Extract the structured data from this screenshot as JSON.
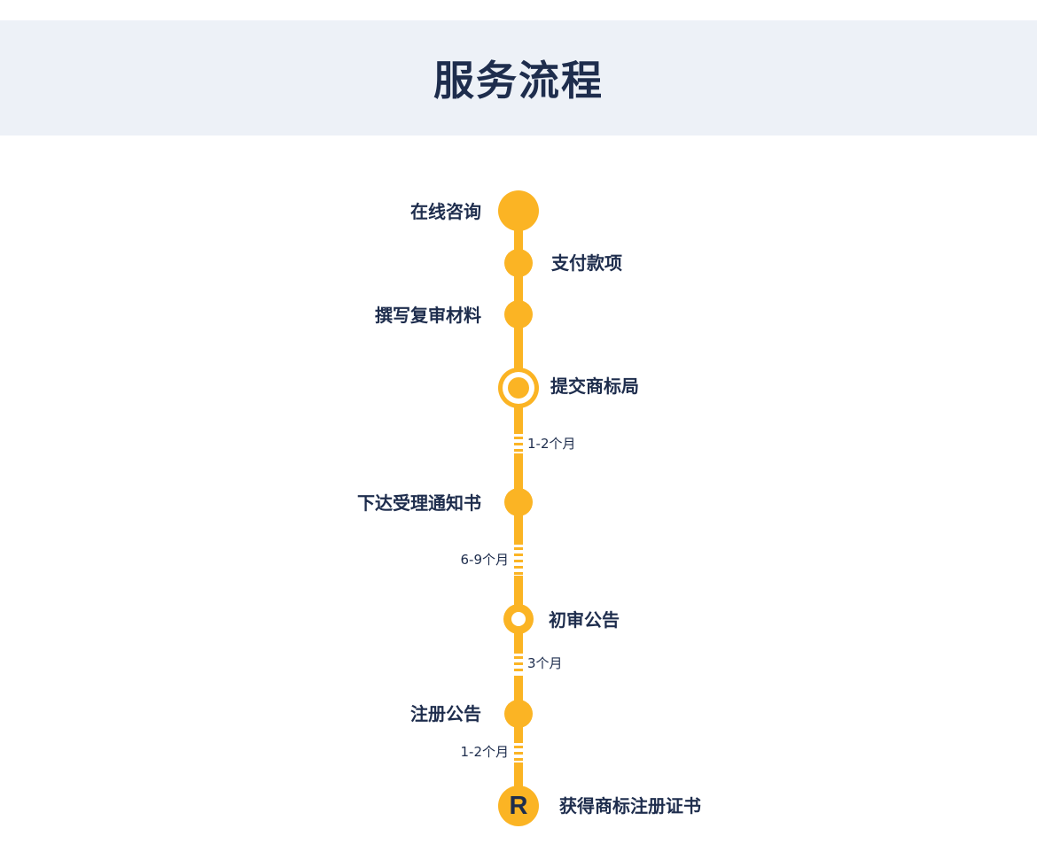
{
  "title": "服务流程",
  "steps": [
    {
      "label": "在线咨询"
    },
    {
      "label": "支付款项"
    },
    {
      "label": "撰写复审材料"
    },
    {
      "label": "提交商标局"
    },
    {
      "label": "下达受理通知书"
    },
    {
      "label": "初审公告"
    },
    {
      "label": "注册公告"
    },
    {
      "label": "获得商标注册证书"
    }
  ],
  "durations": [
    {
      "label": "1-2个月"
    },
    {
      "label": "6-9个月"
    },
    {
      "label": "3个月"
    },
    {
      "label": "1-2个月"
    }
  ],
  "final_badge": "R",
  "colors": {
    "accent": "#fbb424",
    "text": "#1e2d4d",
    "header_bg": "#edf1f7"
  }
}
